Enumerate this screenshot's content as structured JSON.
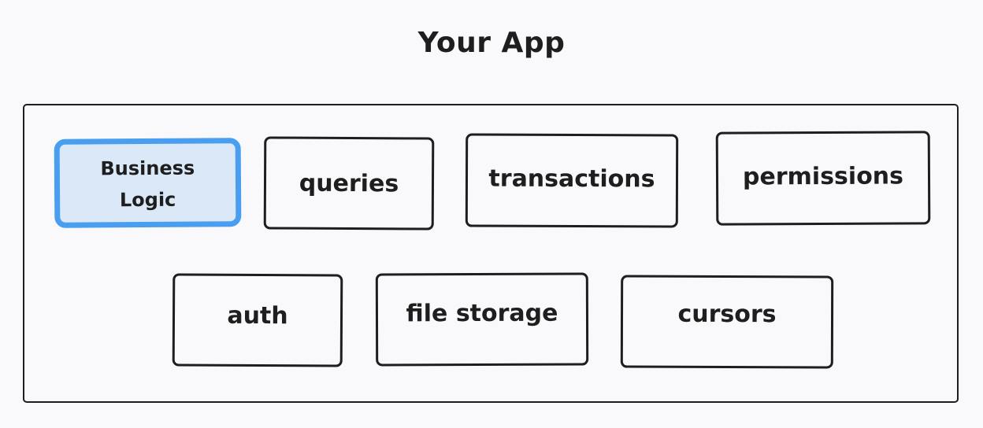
{
  "title": "Your App",
  "nodes": {
    "business_logic": "Business\nLogic",
    "queries": "queries",
    "transactions": "transactions",
    "permissions": "permissions",
    "auth": "auth",
    "file_storage": "file storage",
    "cursors": "cursors"
  },
  "colors": {
    "background": "#f9f9fb",
    "stroke": "#1e1e1e",
    "highlight_fill": "#dbe8f8",
    "highlight_stroke": "#4a9eef"
  }
}
